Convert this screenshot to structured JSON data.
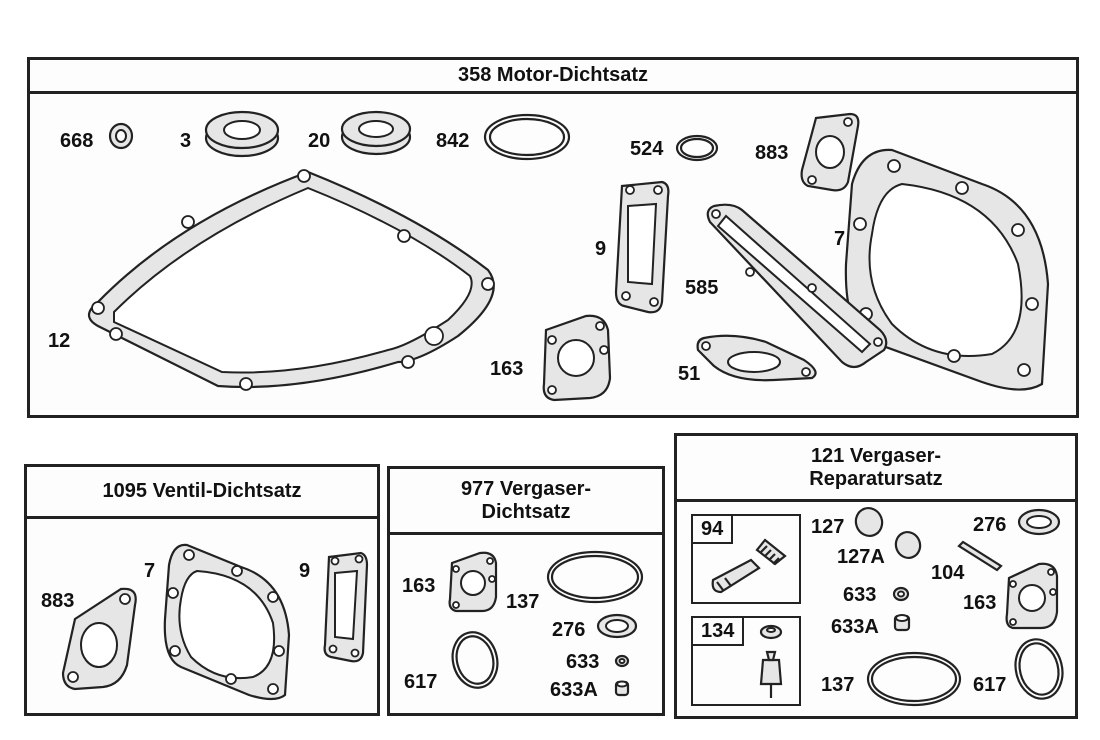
{
  "kits": {
    "motor": {
      "title": "358 Motor-Dichtsatz",
      "parts": [
        "668",
        "3",
        "20",
        "842",
        "524",
        "883",
        "9",
        "7",
        "585",
        "12",
        "163",
        "51"
      ]
    },
    "ventil": {
      "title": "1095  Ventil-Dichtsatz",
      "parts": [
        "883",
        "7",
        "9"
      ]
    },
    "vergaser_dicht": {
      "title_line1": "977   Vergaser-",
      "title_line2": "Dichtsatz",
      "parts": [
        "163",
        "137",
        "276",
        "617",
        "633",
        "633A"
      ]
    },
    "vergaser_rep": {
      "title_line1": "121    Vergaser-",
      "title_line2": "Reparatursatz",
      "sub_kits": [
        "94",
        "134"
      ],
      "parts": [
        "127",
        "127A",
        "276",
        "104",
        "633",
        "633A",
        "163",
        "137",
        "617"
      ]
    }
  }
}
